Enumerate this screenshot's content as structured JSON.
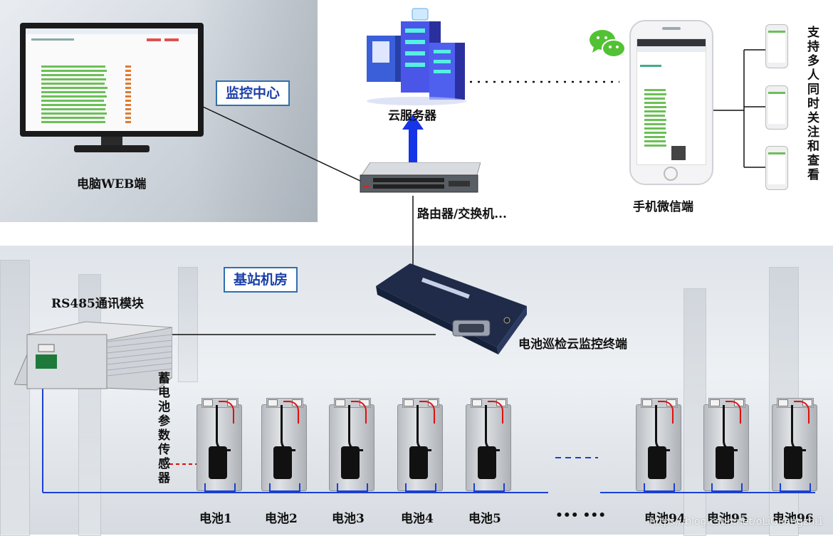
{
  "labels": {
    "monitor_center": "监控中心",
    "base_station": "基站机房",
    "pc_web": "电脑WEB端",
    "cloud_server": "云服务器",
    "router": "路由器/交换机...",
    "mobile_wechat": "手机微信端",
    "multi_user": "支持多人同时关注和查看",
    "rs485": "RS485通讯模块",
    "terminal": "电池巡检云监控终端",
    "sensor": "蓄电池参数传感器",
    "ellipsis": "•••  •••",
    "watermark": "https://blog.csdn.net/oLiGuangzhi1"
  },
  "batteries": [
    "电池1",
    "电池2",
    "电池3",
    "电池4",
    "电池5",
    "电池94",
    "电池95",
    "电池96"
  ],
  "colors": {
    "label_border": "#2f6fb0",
    "label_text": "#1b3fa8",
    "bus_line": "#1a3fd6",
    "arrow": "#1535e6",
    "sensor_pointer": "#d11111"
  },
  "icons": {
    "cloud_server": "server-stack-icon",
    "wechat": "wechat-icon",
    "router": "network-switch-icon",
    "terminal": "monitor-terminal-device-icon",
    "rs485": "communication-module-icon",
    "battery": "battery-icon"
  }
}
